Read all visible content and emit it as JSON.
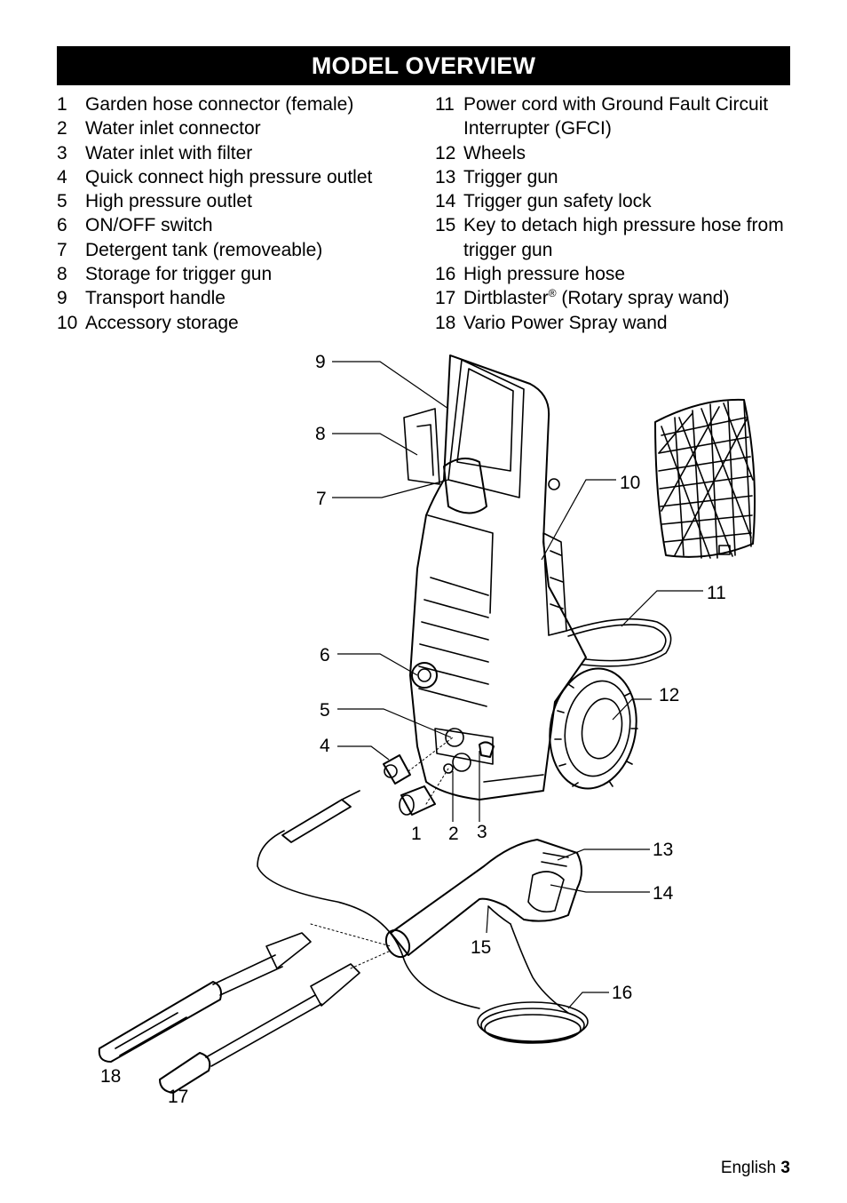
{
  "title": "MODEL OVERVIEW",
  "left_items": [
    {
      "num": "1",
      "text": "Garden hose connector (female)"
    },
    {
      "num": "2",
      "text": "Water inlet connector"
    },
    {
      "num": "3",
      "text": "Water inlet with filter"
    },
    {
      "num": "4",
      "text": "Quick connect high pressure outlet"
    },
    {
      "num": "5",
      "text": "High pressure outlet"
    },
    {
      "num": "6",
      "text": "ON/OFF switch"
    },
    {
      "num": "7",
      "text": "Detergent tank (removeable)"
    },
    {
      "num": "8",
      "text": "Storage for trigger gun"
    },
    {
      "num": "9",
      "text": "Transport handle"
    },
    {
      "num": "10",
      "text": "Accessory storage"
    }
  ],
  "right_items": [
    {
      "num": "11",
      "text": "Power cord with Ground Fault Circuit Interrupter (GFCI)"
    },
    {
      "num": "12",
      "text": "Wheels"
    },
    {
      "num": "13",
      "text": "Trigger gun"
    },
    {
      "num": "14",
      "text": "Trigger gun safety lock"
    },
    {
      "num": "15",
      "text": "Key to detach high pressure hose from trigger gun"
    },
    {
      "num": "16",
      "text": "High pressure hose"
    },
    {
      "num": "17",
      "text": "Dirtblaster",
      "sup": "®",
      "text_after": " (Rotary spray wand)"
    },
    {
      "num": "18",
      "text": "Vario Power Spray wand"
    }
  ],
  "callouts": [
    "9",
    "8",
    "7",
    "10",
    "11",
    "6",
    "12",
    "5",
    "4",
    "1",
    "2",
    "3",
    "13",
    "14",
    "15",
    "16",
    "18",
    "17"
  ],
  "footer": {
    "language": "English",
    "page": "3"
  }
}
